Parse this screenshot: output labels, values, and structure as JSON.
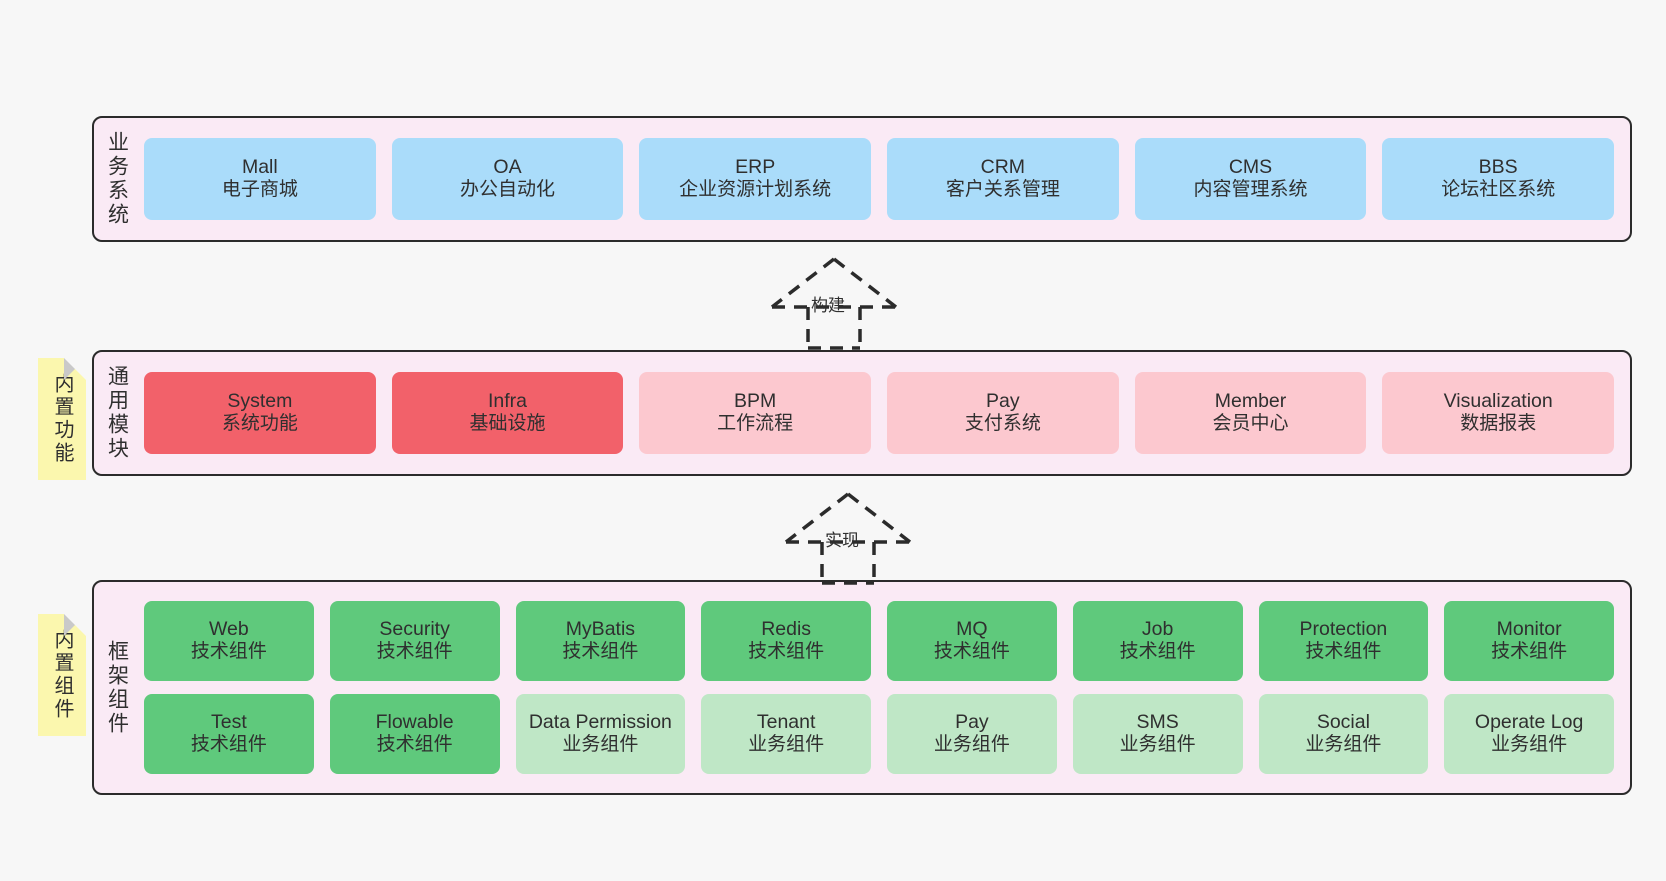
{
  "diagram": {
    "background_color": "#f7f7f7",
    "panel_color": "#faeaf5",
    "panel_border_color": "#2b2b2b",
    "note_color": "#fbf7ae"
  },
  "layers": [
    {
      "title": "业务系统",
      "rows": [
        {
          "cells": [
            {
              "en": "Mall",
              "cn": "电子商城",
              "color": "#aadcfa",
              "style": "c-blue"
            },
            {
              "en": "OA",
              "cn": "办公自动化",
              "color": "#aadcfa",
              "style": "c-blue"
            },
            {
              "en": "ERP",
              "cn": "企业资源计划系统",
              "color": "#aadcfa",
              "style": "c-blue"
            },
            {
              "en": "CRM",
              "cn": "客户关系管理",
              "color": "#aadcfa",
              "style": "c-blue"
            },
            {
              "en": "CMS",
              "cn": "内容管理系统",
              "color": "#aadcfa",
              "style": "c-blue"
            },
            {
              "en": "BBS",
              "cn": "论坛社区系统",
              "color": "#aadcfa",
              "style": "c-blue"
            }
          ]
        }
      ]
    },
    {
      "title": "通用模块",
      "note": "内置功能",
      "rows": [
        {
          "cells": [
            {
              "en": "System",
              "cn": "系统功能",
              "color": "#f2616a",
              "style": "c-red"
            },
            {
              "en": "Infra",
              "cn": "基础设施",
              "color": "#f2616a",
              "style": "c-red"
            },
            {
              "en": "BPM",
              "cn": "工作流程",
              "color": "#fcc8cf",
              "style": "c-pink"
            },
            {
              "en": "Pay",
              "cn": "支付系统",
              "color": "#fcc8cf",
              "style": "c-pink"
            },
            {
              "en": "Member",
              "cn": "会员中心",
              "color": "#fcc8cf",
              "style": "c-pink"
            },
            {
              "en": "Visualization",
              "cn": "数据报表",
              "color": "#fcc8cf",
              "style": "c-pink"
            }
          ]
        }
      ]
    },
    {
      "title": "框架组件",
      "note": "内置组件",
      "rows": [
        {
          "cells": [
            {
              "en": "Web",
              "cn": "技术组件",
              "color": "#5fc97c",
              "style": "c-green"
            },
            {
              "en": "Security",
              "cn": "技术组件",
              "color": "#5fc97c",
              "style": "c-green"
            },
            {
              "en": "MyBatis",
              "cn": "技术组件",
              "color": "#5fc97c",
              "style": "c-green"
            },
            {
              "en": "Redis",
              "cn": "技术组件",
              "color": "#5fc97c",
              "style": "c-green"
            },
            {
              "en": "MQ",
              "cn": "技术组件",
              "color": "#5fc97c",
              "style": "c-green"
            },
            {
              "en": "Job",
              "cn": "技术组件",
              "color": "#5fc97c",
              "style": "c-green"
            },
            {
              "en": "Protection",
              "cn": "技术组件",
              "color": "#5fc97c",
              "style": "c-green"
            },
            {
              "en": "Monitor",
              "cn": "技术组件",
              "color": "#5fc97c",
              "style": "c-green"
            }
          ]
        },
        {
          "cells": [
            {
              "en": "Test",
              "cn": "技术组件",
              "color": "#5fc97c",
              "style": "c-green"
            },
            {
              "en": "Flowable",
              "cn": "技术组件",
              "color": "#5fc97c",
              "style": "c-green"
            },
            {
              "en": "Data Permission",
              "cn": "业务组件",
              "color": "#bfe7c6",
              "style": "c-green-light"
            },
            {
              "en": "Tenant",
              "cn": "业务组件",
              "color": "#bfe7c6",
              "style": "c-green-light"
            },
            {
              "en": "Pay",
              "cn": "业务组件",
              "color": "#bfe7c6",
              "style": "c-green-light"
            },
            {
              "en": "SMS",
              "cn": "业务组件",
              "color": "#bfe7c6",
              "style": "c-green-light"
            },
            {
              "en": "Social",
              "cn": "业务组件",
              "color": "#bfe7c6",
              "style": "c-green-light"
            },
            {
              "en": "Operate Log",
              "cn": "业务组件",
              "color": "#bfe7c6",
              "style": "c-green-light"
            }
          ]
        }
      ]
    }
  ],
  "connectors": [
    {
      "label": "构建",
      "direction": "up",
      "style": "dashed-hollow-triangle"
    },
    {
      "label": "实现",
      "direction": "up",
      "style": "dashed-hollow-triangle"
    }
  ]
}
